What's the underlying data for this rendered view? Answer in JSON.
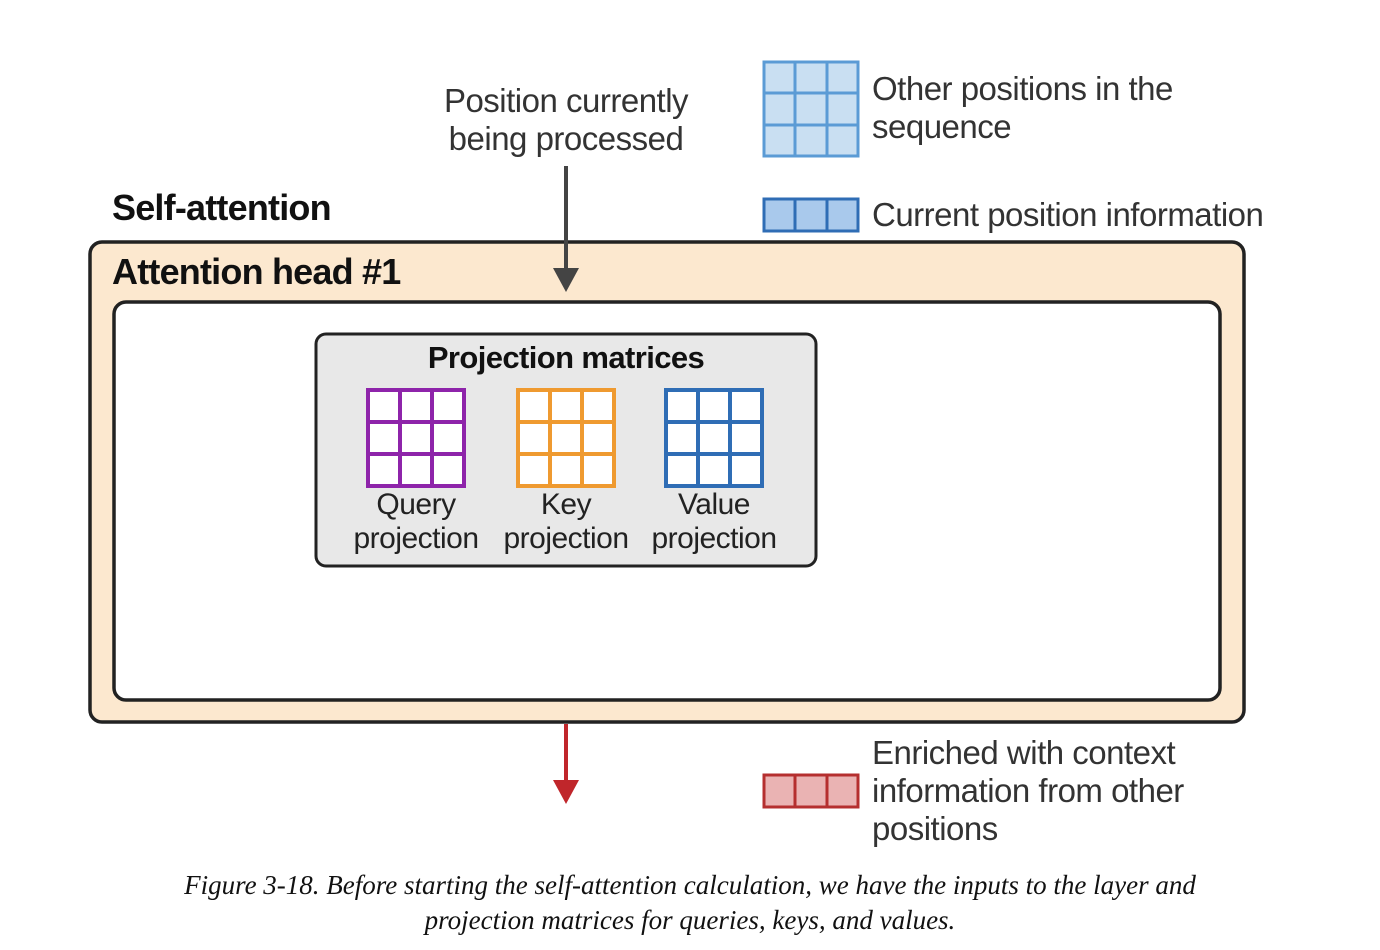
{
  "labels": {
    "position_current_line1": "Position currently",
    "position_current_line2": "being processed",
    "self_attention": "Self-attention",
    "attention_head": "Attention head #1",
    "projection_matrices": "Projection matrices",
    "query_line1": "Query",
    "query_line2": "projection",
    "key_line1": "Key",
    "key_line2": "projection",
    "value_line1": "Value",
    "value_line2": "projection"
  },
  "legend": {
    "other_positions_line1": "Other positions in the",
    "other_positions_line2": "sequence",
    "current_position": "Current position information",
    "enriched_line1": "Enriched with context",
    "enriched_line2": "information from other",
    "enriched_line3": "positions"
  },
  "caption": {
    "line1": "Figure 3-18. Before starting the self-attention calculation, we have the inputs to the layer and",
    "line2": "projection matrices for queries, keys, and values."
  },
  "colors": {
    "query": "#8e24aa",
    "key": "#ef9a30",
    "value": "#2f6db5",
    "other_positions_fill": "#c9dff2",
    "other_positions_stroke": "#5b9bd5",
    "current_fill": "#a9c9ec",
    "current_stroke": "#2f6db5",
    "enriched_fill": "#eab3b3",
    "enriched_stroke": "#b52f2f",
    "head_fill": "#fce8cf",
    "proj_fill": "#e8e8e8",
    "output_arrow": "#c0262b",
    "input_arrow": "#444444"
  }
}
